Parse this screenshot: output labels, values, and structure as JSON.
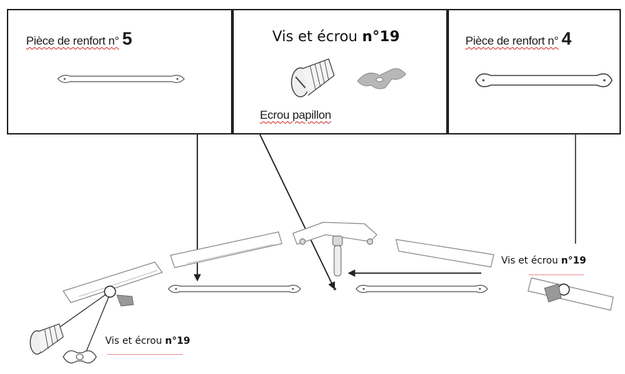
{
  "panels": {
    "left": {
      "label": "Pièce de renfort n°",
      "number": "5"
    },
    "middle": {
      "title_text": "Vis et écrou ",
      "title_num": "n°19",
      "sub_label": "Ecrou papillon"
    },
    "right": {
      "label": "Pièce de renfort n°",
      "number": "4"
    }
  },
  "callouts": {
    "right": {
      "text": "Vis et écrou ",
      "num": "n°19"
    },
    "bottom": {
      "text": "Vis et écrou ",
      "num": "n°19"
    }
  }
}
